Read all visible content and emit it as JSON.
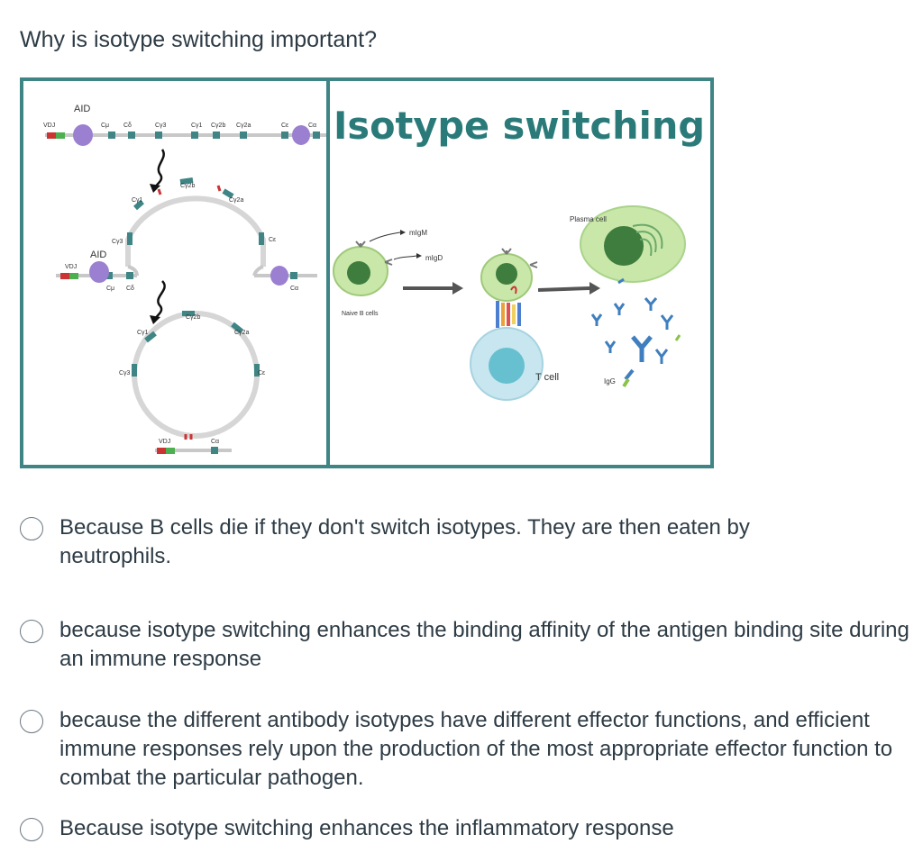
{
  "question": {
    "text": "Why is isotype switching important?"
  },
  "figure": {
    "title": "Isotype switching",
    "left_panel": {
      "aid_top": "AID",
      "aid_mid": "AID",
      "vdj": "VDJ",
      "genes_top": [
        "Cμ",
        "Cδ",
        "Cγ3",
        "Cγ1",
        "Cγ2b",
        "Cγ2a",
        "Cε",
        "Cα"
      ],
      "loop1": [
        "Cγ1",
        "Cγ2b",
        "Cγ2a",
        "Cγ3",
        "Cε"
      ],
      "mid_genes": [
        "Cμ",
        "Cδ",
        "Cα"
      ],
      "circle": [
        "Cγ1",
        "Cγ2b",
        "Cγ2a",
        "Cγ3",
        "Cε"
      ],
      "bottom": [
        "VDJ",
        "Cα"
      ]
    },
    "right_panel": {
      "migm": "mIgM",
      "migd": "mIgD",
      "naive": "Naive B cells",
      "plasma": "Plasma cell",
      "tcell": "T cell",
      "igg": "IgG"
    }
  },
  "answers": [
    {
      "text": "Because B cells die if they don't switch isotypes.  They are then eaten by neutrophils.",
      "selected": false
    },
    {
      "text": "because isotype switching enhances the binding affinity of the antigen binding site during an immune response",
      "selected": false
    },
    {
      "text": "because the different antibody isotypes have different effector functions, and efficient immune responses rely upon the production of the most appropriate effector function to combat the particular pathogen.",
      "selected": false
    },
    {
      "text": "Because isotype switching enhances the inflammatory response",
      "selected": false
    }
  ]
}
